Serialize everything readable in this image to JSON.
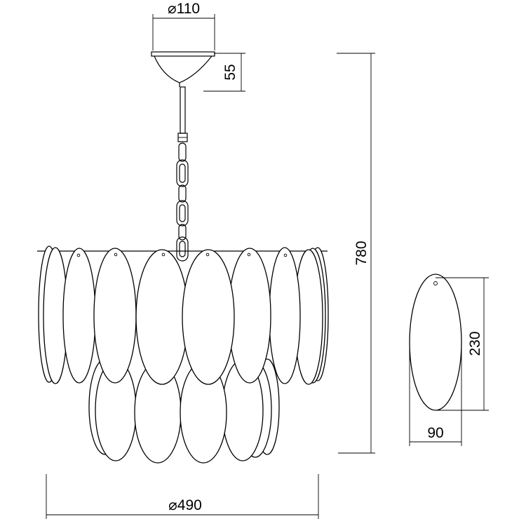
{
  "dimensions": {
    "canopy_diameter": "⌀110",
    "canopy_height": "55",
    "total_height": "780",
    "overall_diameter": "⌀490",
    "petal_height": "230",
    "petal_width": "90"
  },
  "colors": {
    "line": "#000000",
    "background": "#ffffff"
  }
}
